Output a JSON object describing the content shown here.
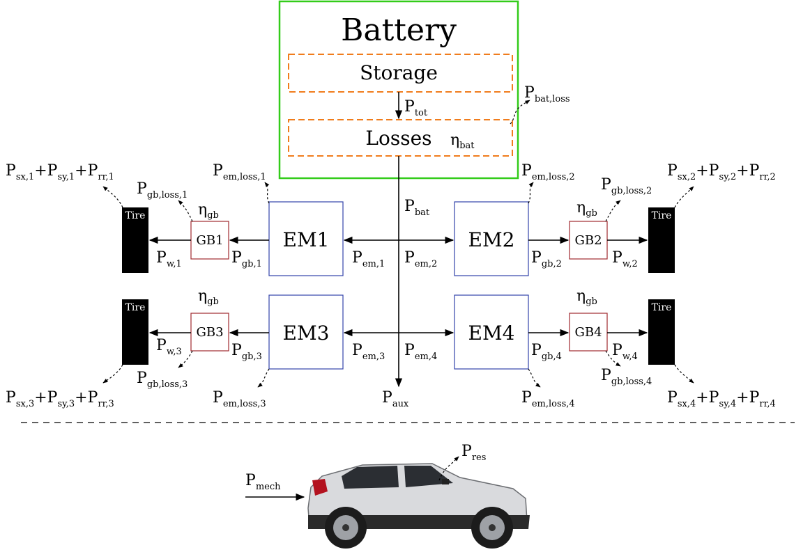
{
  "colors": {
    "battery_border": "#33cc1a",
    "inner_border": "#f07c1c",
    "em_border": "#3344aa",
    "gb_border": "#a02a30",
    "tire_fill": "#000000",
    "tire_text": "#ffffff"
  },
  "battery": {
    "title": "Battery",
    "storage": "Storage",
    "losses": "Losses",
    "eta": "η",
    "eta_sub": "bat"
  },
  "motors": [
    "EM1",
    "EM2",
    "EM3",
    "EM4"
  ],
  "gearboxes": [
    "GB1",
    "GB2",
    "GB3",
    "GB4"
  ],
  "tire_label": "Tire",
  "gb_eta": {
    "sym": "η",
    "sub": "gb"
  },
  "powers": {
    "tot": {
      "base": "P",
      "sub": "tot"
    },
    "bat_loss": {
      "base": "P",
      "sub": "bat,loss"
    },
    "bat": {
      "base": "P",
      "sub": "bat"
    },
    "aux": {
      "base": "P",
      "sub": "aux"
    },
    "em1": {
      "base": "P",
      "sub": "em,1"
    },
    "em2": {
      "base": "P",
      "sub": "em,2"
    },
    "em3": {
      "base": "P",
      "sub": "em,3"
    },
    "em4": {
      "base": "P",
      "sub": "em,4"
    },
    "gb1": {
      "base": "P",
      "sub": "gb,1"
    },
    "gb2": {
      "base": "P",
      "sub": "gb,2"
    },
    "gb3": {
      "base": "P",
      "sub": "gb,3"
    },
    "gb4": {
      "base": "P",
      "sub": "gb,4"
    },
    "w1": {
      "base": "P",
      "sub": "w,1"
    },
    "w2": {
      "base": "P",
      "sub": "w,2"
    },
    "w3": {
      "base": "P",
      "sub": "w,3"
    },
    "w4": {
      "base": "P",
      "sub": "w,4"
    },
    "emloss1": {
      "base": "P",
      "sub": "em,loss,1"
    },
    "emloss2": {
      "base": "P",
      "sub": "em,loss,2"
    },
    "emloss3": {
      "base": "P",
      "sub": "em,loss,3"
    },
    "emloss4": {
      "base": "P",
      "sub": "em,loss,4"
    },
    "gbloss1": {
      "base": "P",
      "sub": "gb,loss,1"
    },
    "gbloss2": {
      "base": "P",
      "sub": "gb,loss,2"
    },
    "gbloss3": {
      "base": "P",
      "sub": "gb,loss,3"
    },
    "gbloss4": {
      "base": "P",
      "sub": "gb,loss,4"
    },
    "mech": {
      "base": "P",
      "sub": "mech"
    },
    "res": {
      "base": "P",
      "sub": "res"
    }
  },
  "tire_losses": [
    [
      {
        "base": "P",
        "sub": "sx,1"
      },
      {
        "base": "P",
        "sub": "sy,1"
      },
      {
        "base": "P",
        "sub": "rr,1"
      }
    ],
    [
      {
        "base": "P",
        "sub": "sx,2"
      },
      {
        "base": "P",
        "sub": "sy,2"
      },
      {
        "base": "P",
        "sub": "rr,2"
      }
    ],
    [
      {
        "base": "P",
        "sub": "sx,3"
      },
      {
        "base": "P",
        "sub": "sy,3"
      },
      {
        "base": "P",
        "sub": "rr,3"
      }
    ],
    [
      {
        "base": "P",
        "sub": "sx,4"
      },
      {
        "base": "P",
        "sub": "sy,4"
      },
      {
        "base": "P",
        "sub": "rr,4"
      }
    ]
  ],
  "plus": "+"
}
